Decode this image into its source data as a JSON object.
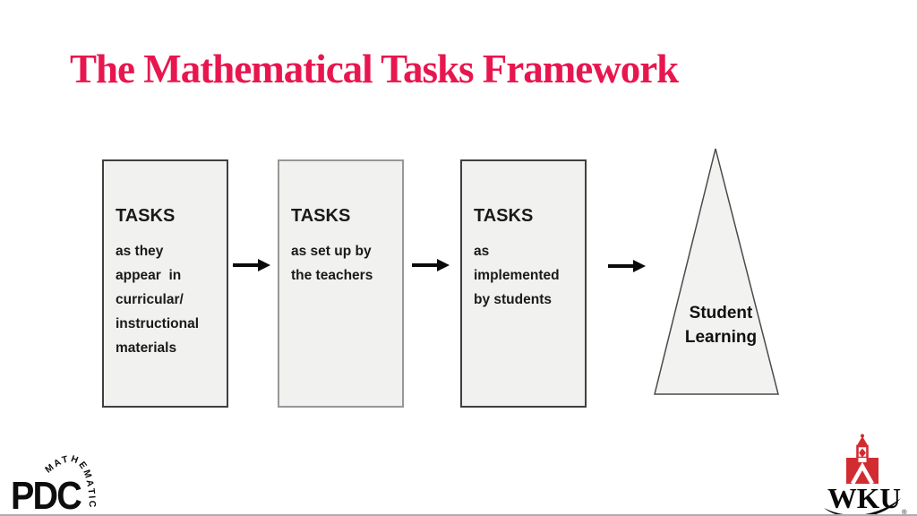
{
  "slide": {
    "title": "The Mathematical Tasks Framework"
  },
  "framework": {
    "boxes": [
      {
        "heading": "TASKS",
        "body": "as they\nappear  in\ncurricular/\ninstructional\nmaterials"
      },
      {
        "heading": "TASKS",
        "body": "as set up by\nthe teachers"
      },
      {
        "heading": "TASKS",
        "body": "as\nimplemented\nby students"
      }
    ],
    "triangle_label": "Student\nLearning"
  },
  "branding": {
    "pdc": {
      "name": "PDC",
      "arc_text": "MATHEMATICS"
    },
    "wku": {
      "wordmark": "WKU",
      "registered": "®"
    }
  },
  "colors": {
    "title_red": "#e8164f",
    "wku_red": "#d12c31",
    "box_fill": "#f1f1ef",
    "arrow_black": "#0a0a0a"
  }
}
